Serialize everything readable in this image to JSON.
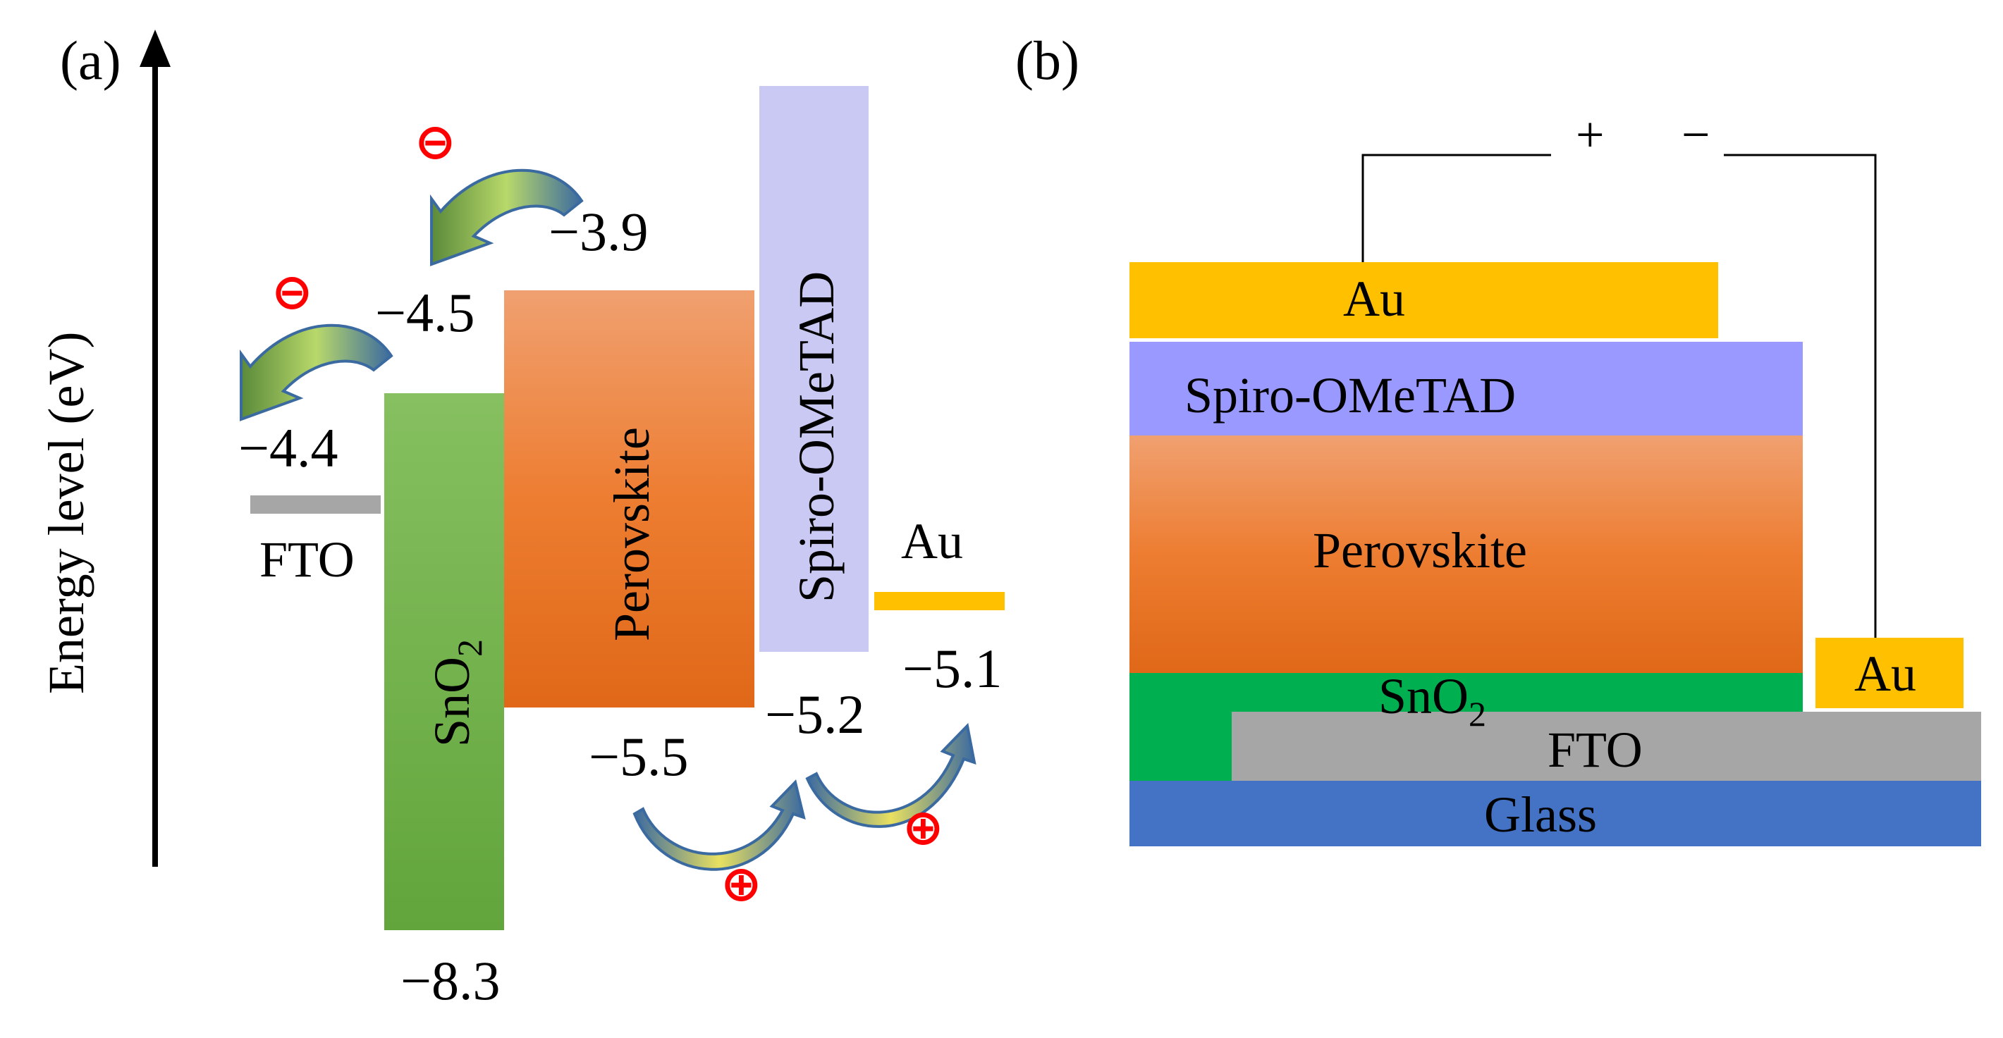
{
  "panel_a": {
    "label": "(a)",
    "axis_label": "Energy level (eV)",
    "layers": {
      "fto": "FTO",
      "sno2_base": "SnO",
      "sno2_sub": "2",
      "perovskite": "Perovskite",
      "spiro": "Spiro-OMeTAD",
      "au": "Au"
    },
    "levels": {
      "fto": "−4.4",
      "sno2_cb": "−4.5",
      "sno2_vb": "−8.3",
      "perovskite_cb": "−3.9",
      "perovskite_vb": "−5.5",
      "spiro_vb": "−5.2",
      "au": "−5.1"
    },
    "charges": {
      "electron": "⊖",
      "hole": "⊕"
    }
  },
  "panel_b": {
    "label": "(b)",
    "plus": "+",
    "minus": "−",
    "layers": {
      "au_top": "Au",
      "spiro": "Spiro-OMeTAD",
      "perovskite": "Perovskite",
      "sno2_base": "SnO",
      "sno2_sub": "2",
      "fto": "FTO",
      "glass": "Glass",
      "au_side": "Au"
    }
  },
  "colors": {
    "fto": "#a6a6a6",
    "sno2_a": "#70ad47",
    "perovskite": "#ed7d31",
    "spiro_a": "#c9c9f4",
    "au": "#ffc000",
    "spiro_b": "#9999ff",
    "sno2_b": "#00b050",
    "glass": "#4472c4",
    "charge": "#ff0000",
    "arrow": "#3b6aa0"
  }
}
